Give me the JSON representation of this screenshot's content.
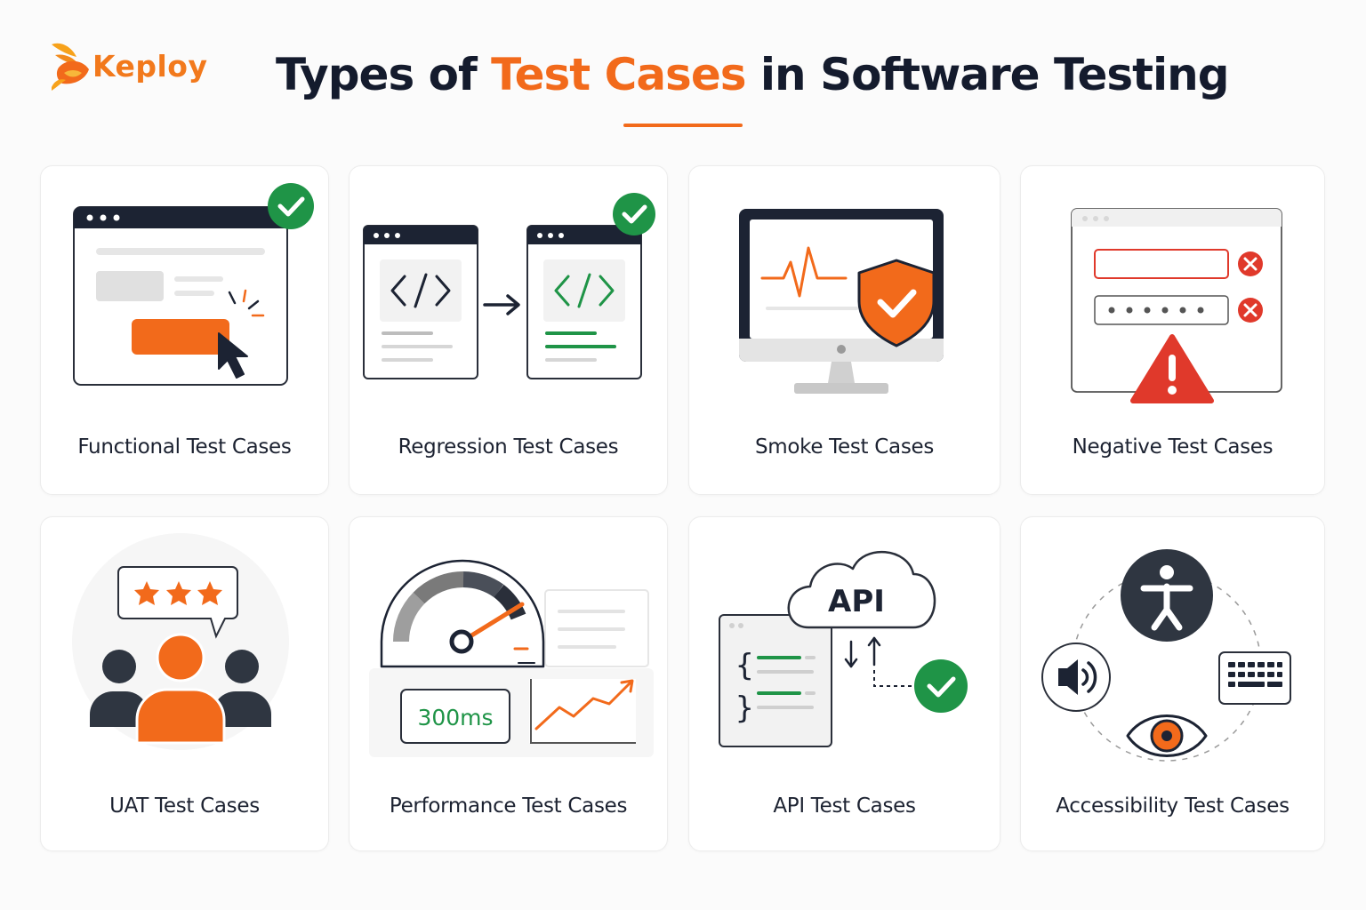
{
  "brand": {
    "name": "Keploy"
  },
  "title": {
    "prefix": "Types of",
    "accent": "Test Cases",
    "suffix": "in Software Testing"
  },
  "colors": {
    "accent": "#f26a1b",
    "dark": "#1c2333",
    "success": "#1f9447",
    "danger": "#e0392b"
  },
  "cards": [
    {
      "label": "Functional Test Cases"
    },
    {
      "label": "Regression Test Cases"
    },
    {
      "label": "Smoke Test Cases"
    },
    {
      "label": "Negative Test Cases"
    },
    {
      "label": "UAT Test Cases"
    },
    {
      "label": "Performance Test Cases"
    },
    {
      "label": "API Test Cases"
    },
    {
      "label": "Accessibility Test Cases"
    }
  ],
  "performance": {
    "latency": "300ms"
  },
  "api": {
    "cloud_label": "API"
  }
}
